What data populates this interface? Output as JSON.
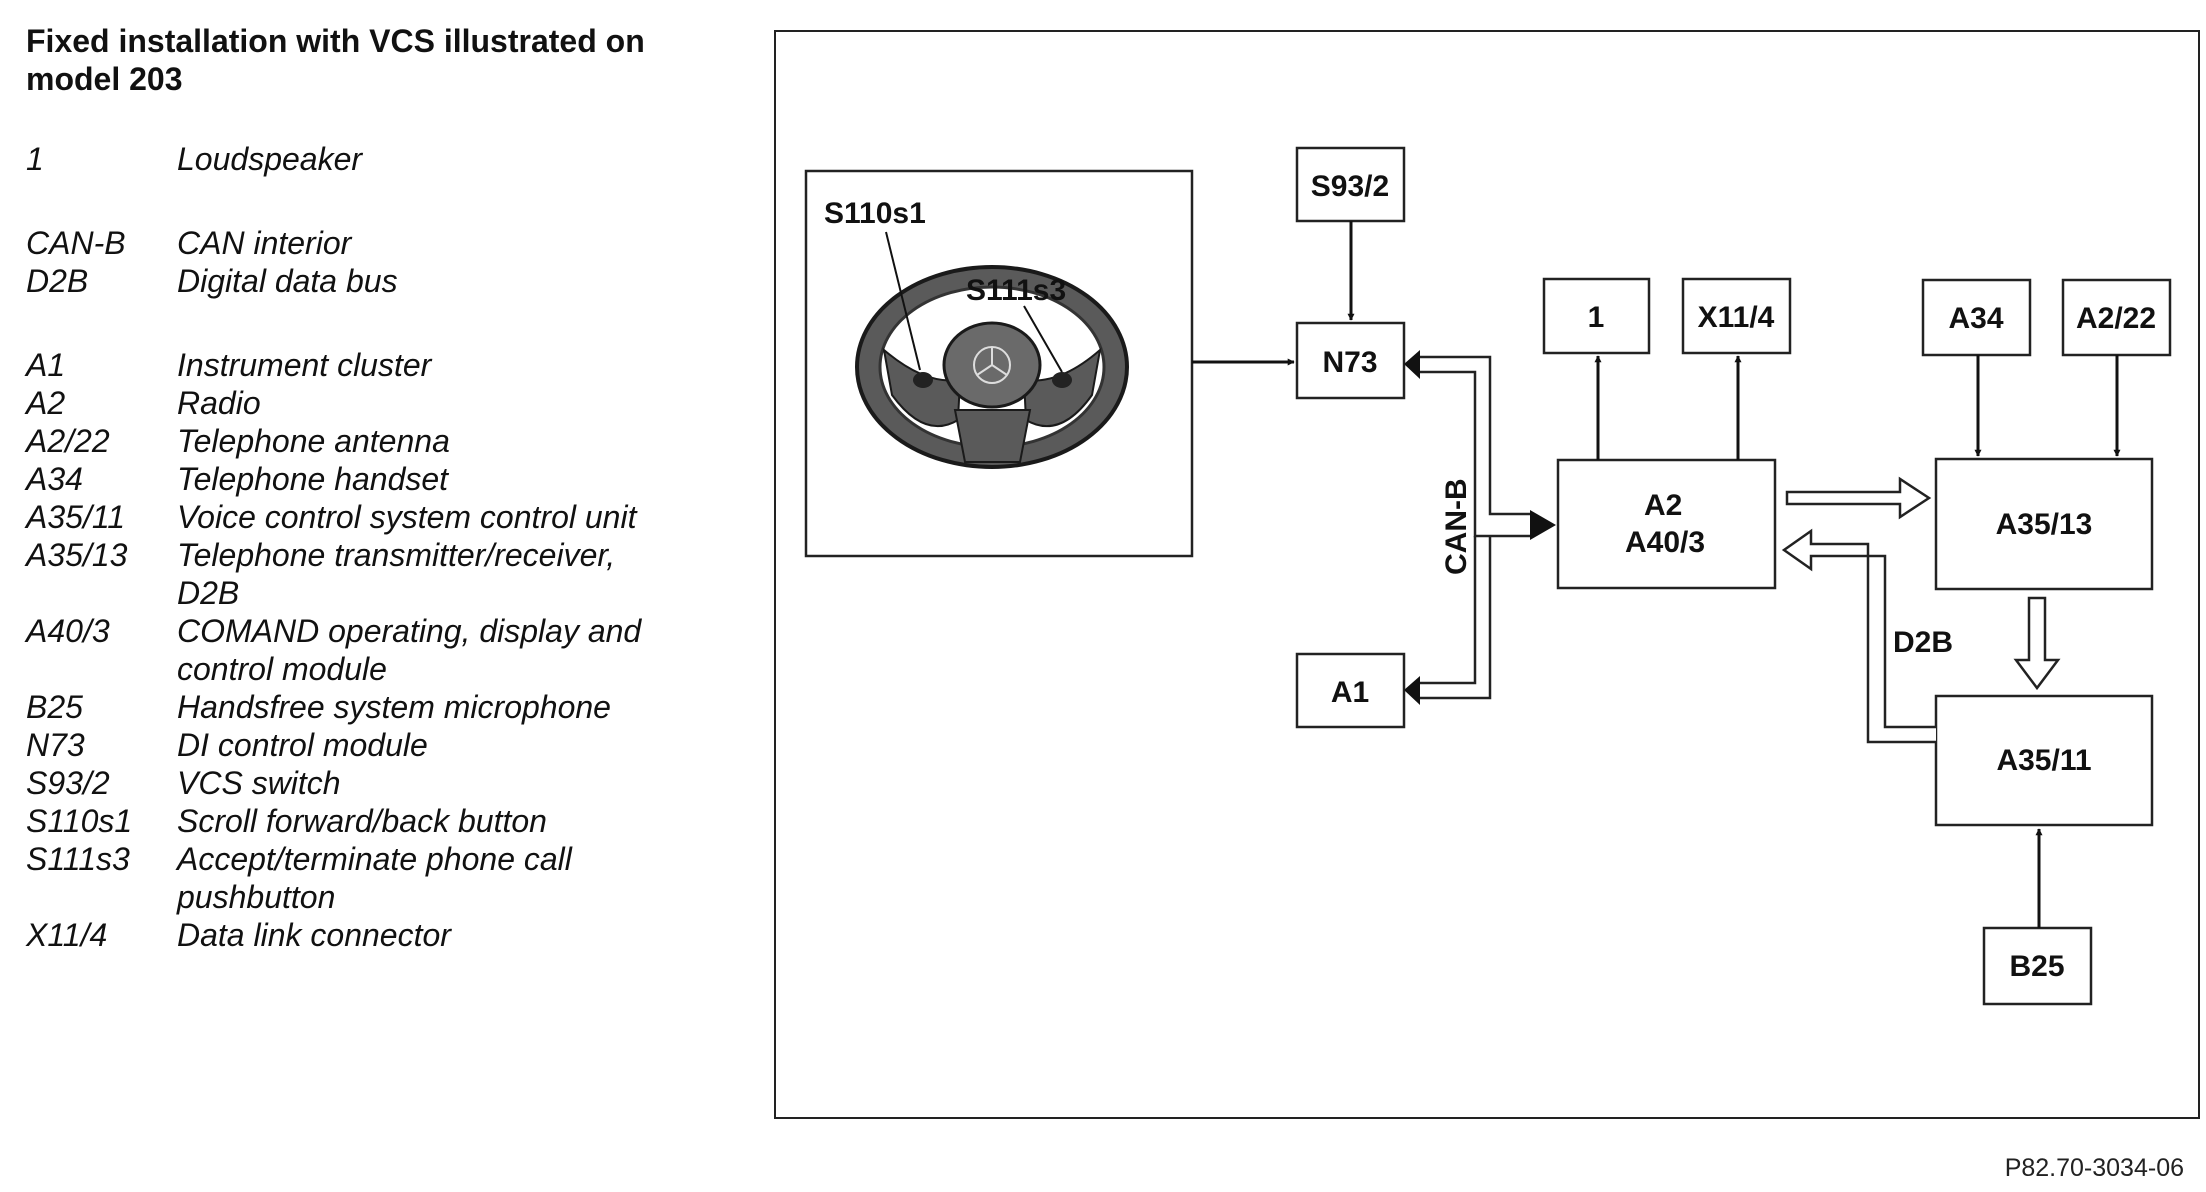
{
  "legend": {
    "title": "Fixed installation with VCS illustrated on model 203",
    "groups": [
      [
        {
          "code": "1",
          "desc": "Loudspeaker"
        }
      ],
      [
        {
          "code": "CAN-B",
          "desc": "CAN interior"
        },
        {
          "code": "D2B",
          "desc": "Digital data bus"
        }
      ],
      [
        {
          "code": "A1",
          "desc": "Instrument cluster"
        },
        {
          "code": "A2",
          "desc": "Radio"
        },
        {
          "code": "A2/22",
          "desc": "Telephone antenna"
        },
        {
          "code": "A34",
          "desc": "Telephone handset"
        },
        {
          "code": "A35/11",
          "desc": "Voice control system control unit"
        },
        {
          "code": "A35/13",
          "desc": "Telephone transmitter/receiver,\nD2B"
        },
        {
          "code": "A40/3",
          "desc": "COMAND operating, display and\ncontrol module"
        },
        {
          "code": "B25",
          "desc": "Handsfree system microphone"
        },
        {
          "code": "N73",
          "desc": "DI control module"
        },
        {
          "code": "S93/2",
          "desc": "VCS switch"
        },
        {
          "code": "S110s1",
          "desc": "Scroll forward/back button"
        },
        {
          "code": "S111s3",
          "desc": "Accept/terminate phone call\npushbutton"
        },
        {
          "code": "X11/4",
          "desc": "Data link connector"
        }
      ]
    ]
  },
  "diagram": {
    "boxes": {
      "s93_2": "S93/2",
      "n73": "N73",
      "a1": "A1",
      "loudspeaker": "1",
      "x11_4": "X11/4",
      "a2_line1": "A2",
      "a2_line2": "A40/3",
      "a34": "A34",
      "a2_22": "A2/22",
      "a35_13": "A35/13",
      "a35_11": "A35/11",
      "b25": "B25"
    },
    "steering_wheel_labels": {
      "s110s1": "S110s1",
      "s111s3": "S111s3"
    },
    "bus_labels": {
      "can_b": "CAN-B",
      "d2b": "D2B"
    }
  },
  "figure_ref": "P82.70-3034-06"
}
